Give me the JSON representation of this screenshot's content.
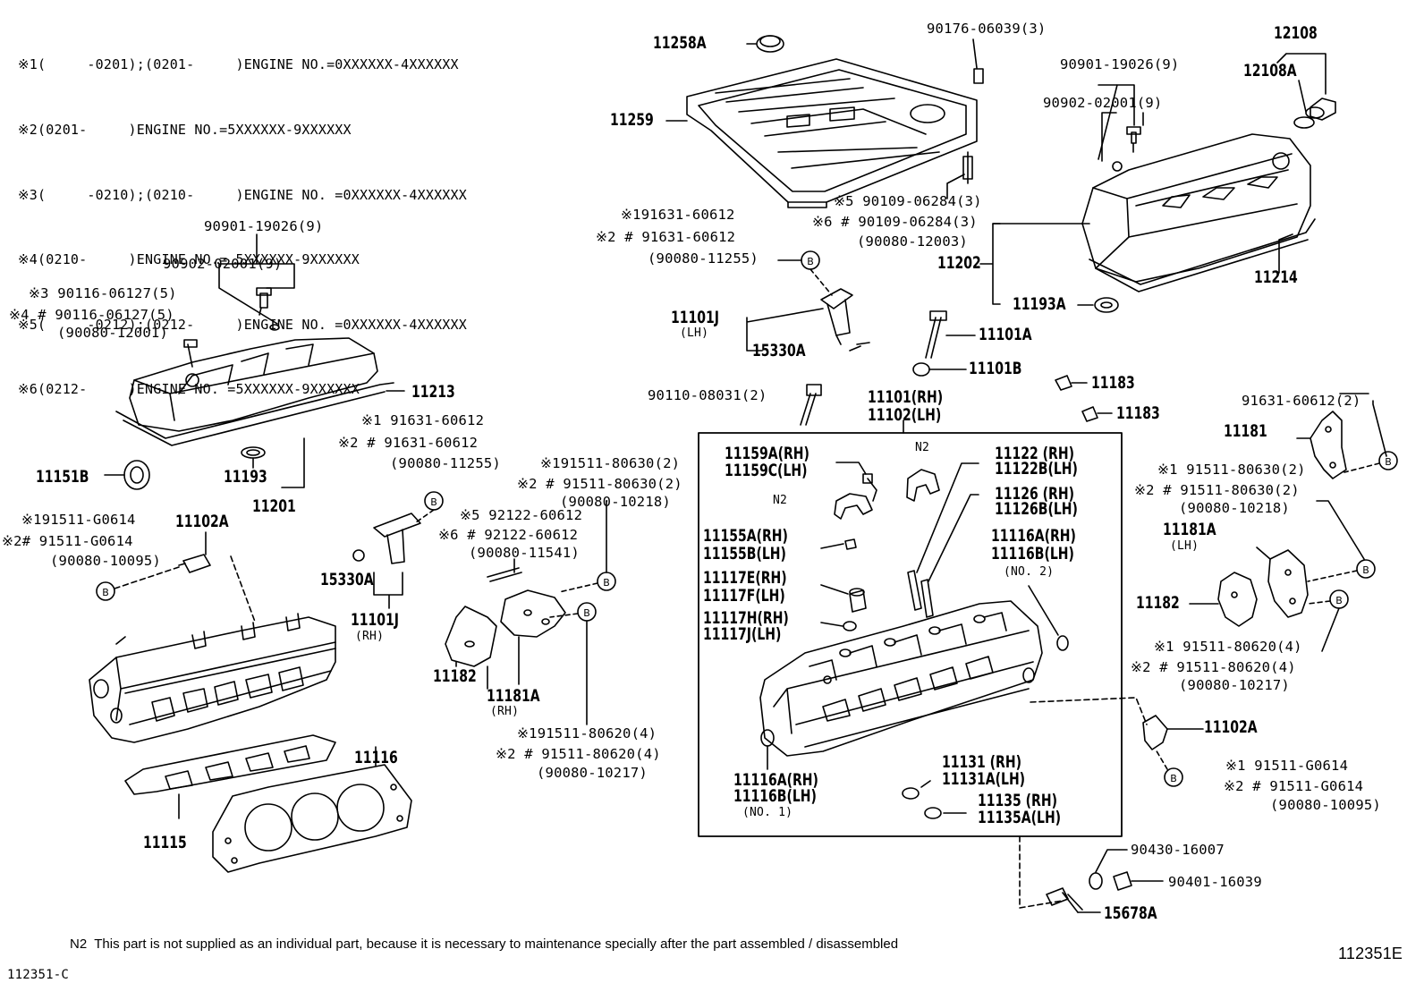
{
  "header_notes": [
    "※1(     -0201);(0201-     )ENGINE NO.=0XXXXXX-4XXXXXX",
    "※2(0201-     )ENGINE NO.=5XXXXXX-9XXXXXX",
    "※3(     -0210);(0210-     )ENGINE NO. =0XXXXXX-4XXXXXX",
    "※4(0210-     )ENGINE NO.= 5XXXXXX-9XXXXXX",
    "※5(     -0212);(0212-     )ENGINE NO. =0XXXXXX-4XXXXXX",
    "※6(0212-     )ENGINE NO. =5XXXXXX-9XXXXXX"
  ],
  "footer": {
    "note": "N2  This part is not supplied as an individual part, because it is necessary to maintenance specially after the part assembled / disassembled",
    "code_left": "112351-C",
    "code_right": "112351E"
  },
  "labels": {
    "p11258A": "11258A",
    "p11259": "11259",
    "p90176": "90176-06039(3)",
    "p12108": "12108",
    "p12108A": "12108A",
    "rh_90901": "90901-19026(9)",
    "rh_90902": "90902-02001(9)",
    "p90109_5": "※5 90109-06284(3)",
    "p90109_6": "※6 # 90109-06284(3)",
    "p90080_12003": "(90080-12003)",
    "p11202": "11202",
    "p11214": "11214",
    "p11193A": "11193A",
    "top_91631_1": "※191631-60612",
    "top_91631_2": "※2 # 91631-60612",
    "top_90080_11255": "(90080-11255)",
    "p11101J_lh": "11101J",
    "p11101J_lh_sub": "(LH)",
    "p15330A_lh": "15330A",
    "p11101A": "11101A",
    "p11101B": "11101B",
    "p90110": "90110-08031(2)",
    "p11101_rh": "11101(RH)",
    "p11102_lh": "11102(LH)",
    "p11183a": "11183",
    "p11183b": "11183",
    "lh_90901": "90901-19026(9)",
    "lh_90902": "90902-02001(9)",
    "p90116_3": "※3 90116-06127(5)",
    "p90116_4": "※4 # 90116-06127(5)",
    "p90080_12001": "(90080-12001)",
    "p11213": "11213",
    "p11151B": "11151B",
    "p11193": "11193",
    "p11201": "11201",
    "mid_91631_1": "※1 91631-60612",
    "mid_91631_2": "※2 # 91631-60612",
    "mid_90080_11255": "(90080-11255)",
    "p15330A_rh": "15330A",
    "p11101J_rh": "11101J",
    "p11101J_rh_sub": "(RH)",
    "l_91511_g_1": "※191511-G0614",
    "l_91511_g_2": "※2# 91511-G0614",
    "l_90080_10095": "(90080-10095)",
    "p11102A_l": "11102A",
    "m_91511_630_1": "※191511-80630(2)",
    "m_91511_630_2": "※2 # 91511-80630(2)",
    "m_90080_10218": "(90080-10218)",
    "m_92122_5": "※5 92122-60612",
    "m_92122_6": "※6 # 92122-60612",
    "m_90080_11541": "(90080-11541)",
    "p11182_m": "11182",
    "p11181A_rh": "11181A",
    "p11181A_rh_sub": "(RH)",
    "m_91511_620_1": "※191511-80620(4)",
    "m_91511_620_2": "※2 # 91511-80620(4)",
    "m_90080_10217": "(90080-10217)",
    "p11116": "11116",
    "p11115": "11115",
    "box_11159A": "11159A(RH)",
    "box_11159C": "11159C(LH)",
    "box_n2a": "N2",
    "box_n2b": "N2",
    "box_11155A": "11155A(RH)",
    "box_11155B": "11155B(LH)",
    "box_11117E": "11117E(RH)",
    "box_11117F": "11117F(LH)",
    "box_11117H": "11117H(RH)",
    "box_11117J": "11117J(LH)",
    "box_11122": "11122 (RH)",
    "box_11122B": "11122B(LH)",
    "box_11126": "11126 (RH)",
    "box_11126B": "11126B(LH)",
    "box_11116A2": "11116A(RH)",
    "box_11116B2": "11116B(LH)",
    "box_no2": "(NO. 2)",
    "box_11116A1": "11116A(RH)",
    "box_11116B1": "11116B(LH)",
    "box_no1": "(NO. 1)",
    "box_11131": "11131 (RH)",
    "box_11131A": "11131A(LH)",
    "box_11135": "11135 (RH)",
    "box_11135A": "11135A(LH)",
    "r_91631_2": "91631-60612(2)",
    "p11181": "11181",
    "r_91511_630_1": "※1 91511-80630(2)",
    "r_91511_630_2": "※2 # 91511-80630(2)",
    "r_90080_10218": "(90080-10218)",
    "p11181A_lh": "11181A",
    "p11181A_lh_sub": "(LH)",
    "p11182_r": "11182",
    "r_91511_620_1": "※1 91511-80620(4)",
    "r_91511_620_2": "※2 # 91511-80620(4)",
    "r_90080_10217": "(90080-10217)",
    "p11102A_r": "11102A",
    "r_91511_g_1": "※1 91511-G0614",
    "r_91511_g_2": "※2 # 91511-G0614",
    "r_90080_10095": "(90080-10095)",
    "p90430": "90430-16007",
    "p90401": "90401-16039",
    "p15678A": "15678A",
    "b_marker": "B"
  }
}
